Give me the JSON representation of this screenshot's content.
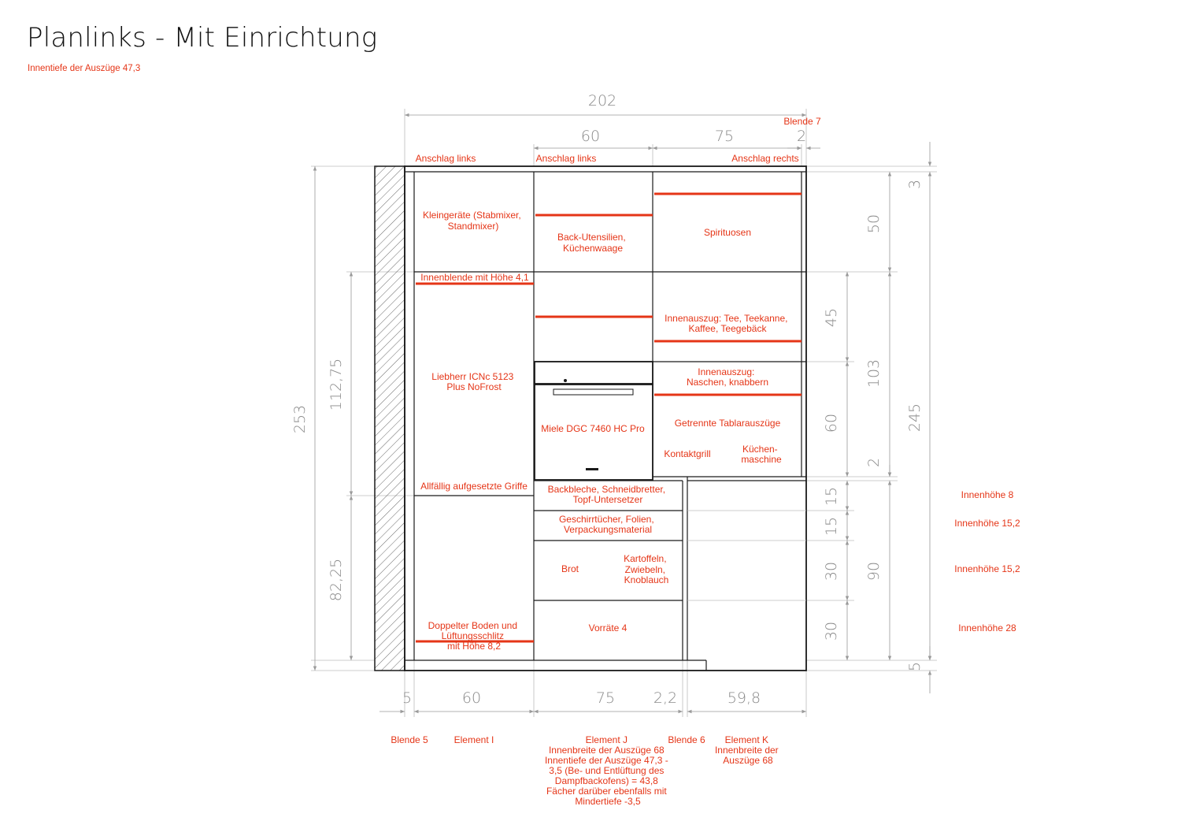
{
  "title": "Planlinks - Mit Einrichtung",
  "subtitle": "Innentiefe der Auszüge 47,3",
  "colors": {
    "annotation": "#e53517",
    "dimension": "#8a8a8a",
    "line": "#1a1a1a"
  },
  "dims": {
    "top_total": "202",
    "top_60": "60",
    "top_75": "75",
    "top_2": "2",
    "left_253": "253",
    "left_112": "112,75",
    "left_82": "82,25",
    "r1_50": "50",
    "r1_45": "45",
    "r1_60": "60",
    "r1_2": "2",
    "r1_15a": "15",
    "r1_15b": "15",
    "r1_30a": "30",
    "r1_30b": "30",
    "r2_3": "3",
    "r2_103": "103",
    "r2_90": "90",
    "r3_245": "245",
    "r3_5": "5",
    "bot_5": "5",
    "bot_60": "60",
    "bot_75": "75",
    "bot_22": "2,2",
    "bot_598": "59,8"
  },
  "labels": {
    "blende7": "Blende 7",
    "anschlag1": "Anschlag links",
    "anschlag2": "Anschlag links",
    "anschlag3": "Anschlag rechts",
    "kleingeraete": [
      "Kleingeräte (Stabmixer,",
      "Standmixer)"
    ],
    "backutensilien": [
      "Back-Utensilien,",
      "Küchenwaage"
    ],
    "spirituosen": "Spirituosen",
    "innenblende": "Innenblende mit Höhe 4,1",
    "tee": [
      "Innenauszug: Tee, Teekanne,",
      "Kaffee, Teegebäck"
    ],
    "naschen": [
      "Innenauszug:",
      "Naschen, knabbern"
    ],
    "liebherr": [
      "Liebherr ICNc 5123",
      "Plus NoFrost"
    ],
    "miele": "Miele DGC 7460 HC Pro",
    "tablar": "Getrennte Tablarauszüge",
    "kontaktgrill": "Kontaktgrill",
    "kuechenmaschine": [
      "Küchen-",
      "maschine"
    ],
    "griffe": "Allfällig aufgesetzte Griffe",
    "backbleche": [
      "Backbleche, Schneidbretter,",
      "Topf-Untersetzer"
    ],
    "geschirr": [
      "Geschirrtücher, Folien,",
      "Verpackungsmaterial"
    ],
    "brot": "Brot",
    "kartoffeln": [
      "Kartoffeln,",
      "Zwiebeln,",
      "Knoblauch"
    ],
    "vorraete": "Vorräte 4",
    "doppelter": [
      "Doppelter Boden und",
      "Lüftungsschlitz",
      "mit Höhe 8,2"
    ],
    "innenhoehe8": "Innenhöhe 8",
    "innenhoehe152a": "Innenhöhe 15,2",
    "innenhoehe152b": "Innenhöhe 15,2",
    "innenhoehe28": "Innenhöhe 28",
    "blende5": "Blende 5",
    "elementI": "Element I",
    "elementJ": [
      "Element J",
      "Innenbreite der Auszüge 68",
      "Innentiefe der Auszüge 47,3 -",
      "3,5 (Be- und Entlüftung des",
      "Dampfbackofens) = 43,8",
      "Fächer darüber ebenfalls mit",
      "Mindertiefe -3,5"
    ],
    "blende6": "Blende 6",
    "elementK": [
      "Element K",
      "Innenbreite der",
      "Auszüge 68"
    ]
  }
}
